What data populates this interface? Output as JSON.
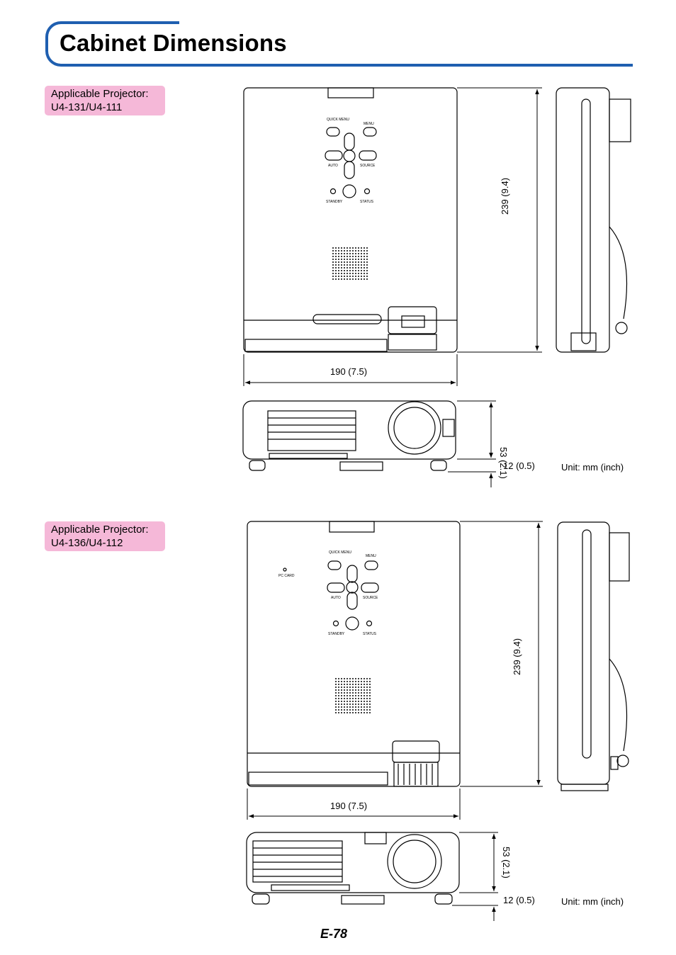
{
  "title": "Cabinet Dimensions",
  "sections": [
    {
      "label_line1": "Applicable Projector:",
      "label_line2": "U4-131/U4-111",
      "depth": "239 (9.4)",
      "width": "190 (7.5)",
      "height": "53 (2.1)",
      "feet": "12 (0.5)",
      "unit": "Unit: mm (inch)"
    },
    {
      "label_line1": "Applicable Projector:",
      "label_line2": "U4-136/U4-112",
      "depth": "239 (9.4)",
      "width": "190 (7.5)",
      "height": "53 (2.1)",
      "feet": "12 (0.5)",
      "unit": "Unit: mm (inch)"
    }
  ],
  "panel_labels": {
    "quick_menu": "QUICK MENU",
    "menu": "MENU",
    "auto": "AUTO",
    "source": "SOURCE",
    "standby": "STANDBY",
    "status": "STATUS",
    "pc_card": "PC CARD"
  },
  "page_number": "E-78",
  "colors": {
    "accent": "#1f5fb0",
    "label_bg": "#f5b8d8"
  }
}
